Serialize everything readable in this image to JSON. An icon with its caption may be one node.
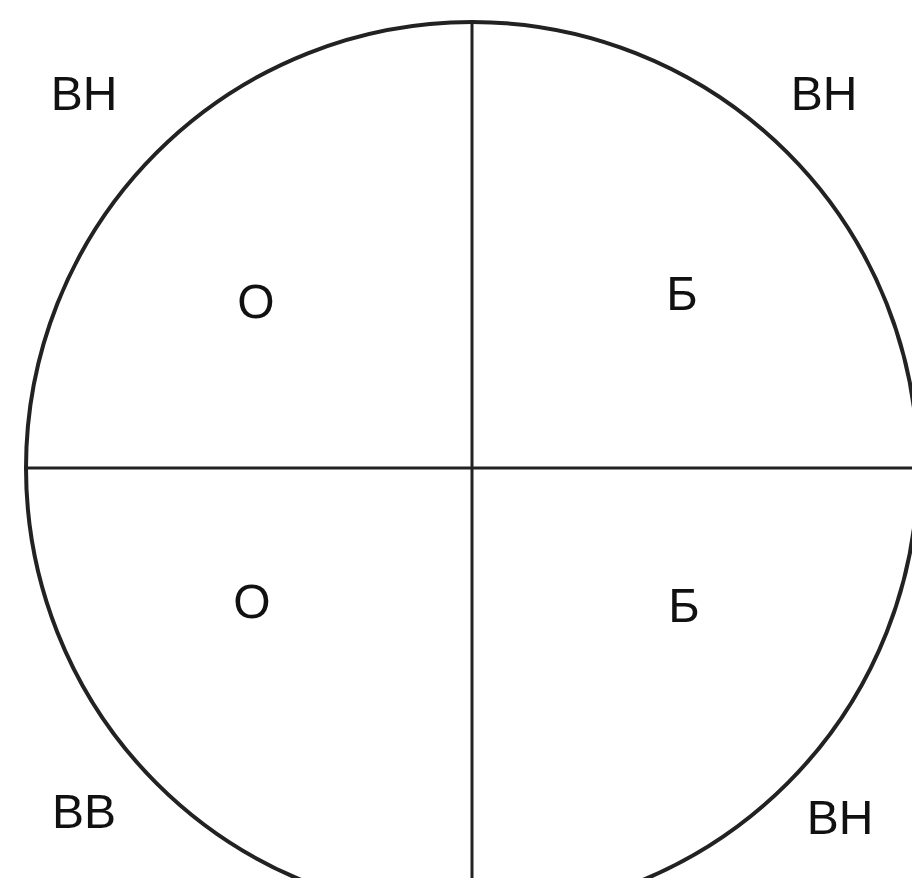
{
  "diagram": {
    "nodes": [
      {
        "text": [],
        "shape": "circle"
      },
      {
        "text": [
          "О"
        ],
        "in": 0
      },
      {
        "text": [
          "Б"
        ],
        "in": 0
      },
      {
        "text": [
          "О"
        ],
        "in": 0
      },
      {
        "text": [
          "Б"
        ],
        "in": 0
      }
    ],
    "labels": [
      "ВН",
      "ВН",
      "ВВ",
      "ВН"
    ]
  }
}
